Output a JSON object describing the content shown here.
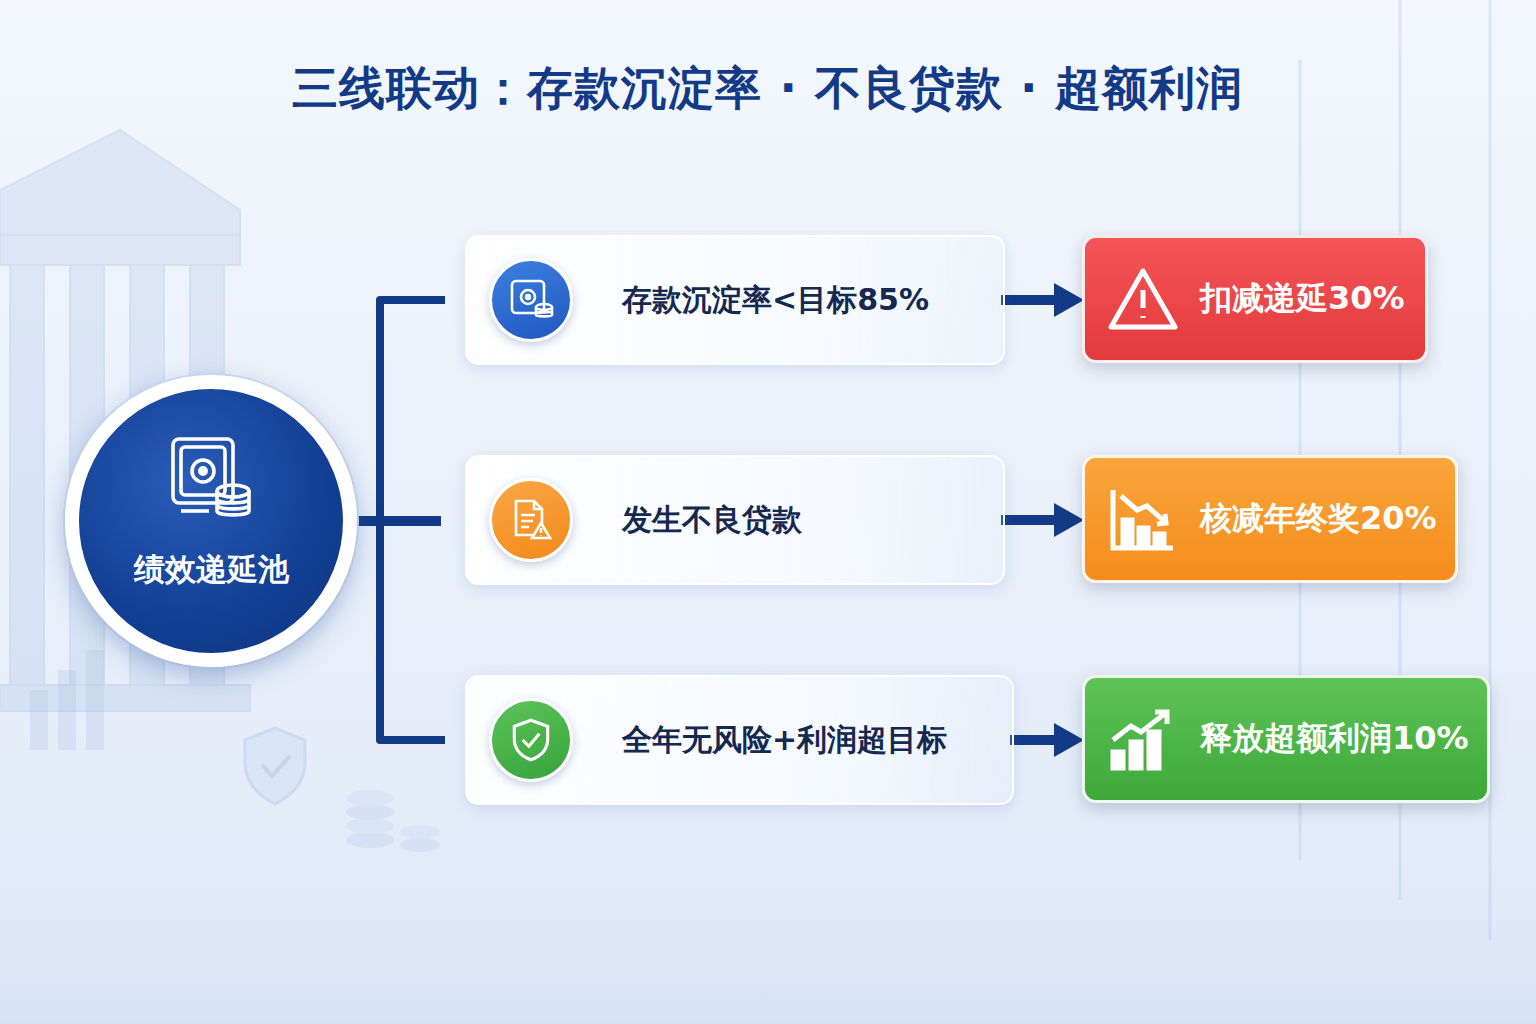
{
  "diagram": {
    "title": "三线联动：存款沉淀率 · 不良贷款 · 超额利润",
    "nodes": [
      {
        "text": [
          "绩效递延池"
        ]
      },
      {
        "text": [
          "存款沉淀率<目标85%"
        ]
      },
      {
        "text": [
          "扣减递延30%"
        ]
      },
      {
        "text": [
          "发生不良贷款"
        ]
      },
      {
        "text": [
          "核减年终奖20%"
        ]
      },
      {
        "text": [
          "全年无风险+利润超目标"
        ]
      },
      {
        "text": [
          "释放超额利润10%"
        ]
      }
    ],
    "edges": [
      {
        "from": 0,
        "to": 1,
        "arrow": "none"
      },
      {
        "from": 0,
        "to": 3,
        "arrow": "none"
      },
      {
        "from": 0,
        "to": 5,
        "arrow": "none"
      },
      {
        "from": 1,
        "to": 2,
        "arrow": "to"
      },
      {
        "from": 3,
        "to": 4,
        "arrow": "to"
      },
      {
        "from": 5,
        "to": 6,
        "arrow": "to"
      }
    ]
  }
}
